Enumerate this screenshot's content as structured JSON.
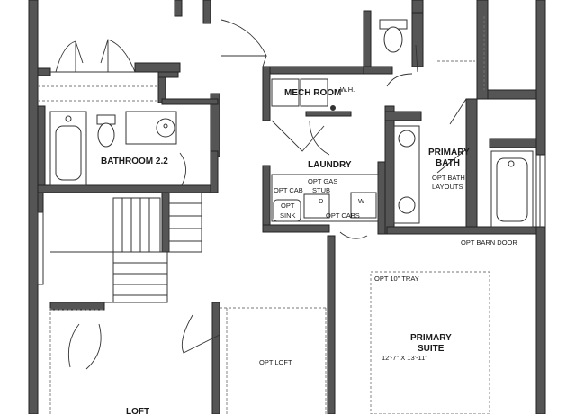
{
  "rooms": {
    "mech_room": "MECH ROOM",
    "water_heater": "W.H.",
    "laundry": "LAUNDRY",
    "bathroom": "BATHROOM 2.2",
    "primary_bath_line1": "PRIMARY",
    "primary_bath_line2": "BATH",
    "primary_suite_line1": "PRIMARY",
    "primary_suite_line2": "SUITE",
    "primary_suite_dims": "12'-7\" X 13'-11\"",
    "loft": "LOFT",
    "opt_loft": "OPT LOFT"
  },
  "options": {
    "opt_cab": "OPT CAB",
    "opt_sink_1": "OPT",
    "opt_sink_2": "SINK",
    "opt_gas_1": "OPT GAS",
    "opt_gas_2": "STUB",
    "dryer": "D",
    "washer": "W",
    "opt_cabs": "OPT CABS",
    "opt_bath_1": "OPT BATH",
    "opt_bath_2": "LAYOUTS",
    "opt_barn_door": "OPT BARN DOOR",
    "opt_tray": "OPT 10\" TRAY"
  },
  "colors": {
    "wall": "#555555",
    "line": "#333333",
    "background": "#ffffff"
  }
}
